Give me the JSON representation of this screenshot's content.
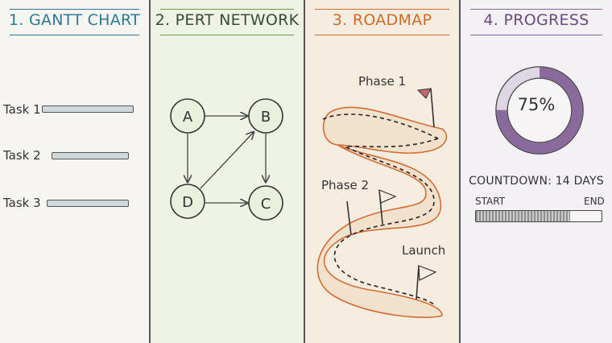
{
  "panels": {
    "gantt": {
      "title": "1. GANTT CHART",
      "tasks": [
        "Task 1",
        "Task 2",
        "Task 3"
      ]
    },
    "pert": {
      "title": "2. PERT NETWORK",
      "nodes": [
        "A",
        "B",
        "D",
        "C"
      ]
    },
    "roadmap": {
      "title": "3. ROADMAP",
      "milestones": [
        "Phase 1",
        "Phase 2",
        "Launch"
      ]
    },
    "progress": {
      "title": "4. PROGRESS",
      "percent_label": "75%",
      "percent_value": 0.75,
      "countdown": "COUNTDOWN: 14 DAYS",
      "start_label": "START",
      "end_label": "END"
    }
  },
  "colors": {
    "gantt_accent": "#2f7891",
    "pert_accent": "#6c9a4c",
    "roadmap_accent": "#d06a2a",
    "progress_accent": "#8a6a9c"
  }
}
